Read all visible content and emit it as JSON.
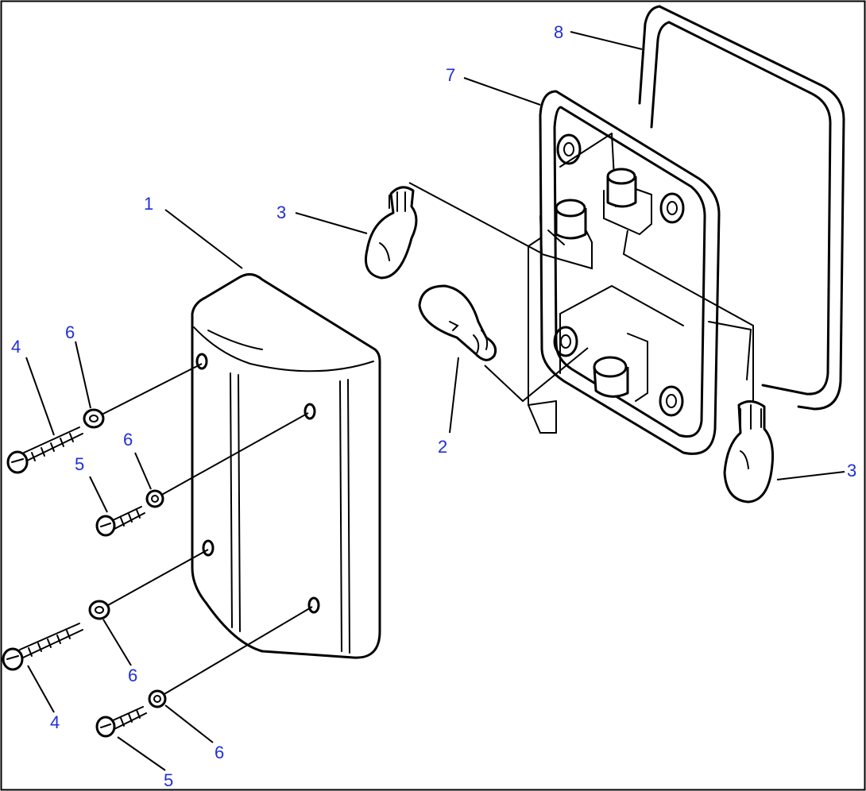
{
  "diagram": {
    "callouts": [
      {
        "id": "c8",
        "label": "8"
      },
      {
        "id": "c7",
        "label": "7"
      },
      {
        "id": "c1",
        "label": "1"
      },
      {
        "id": "c3a",
        "label": "3"
      },
      {
        "id": "c3b",
        "label": "3"
      },
      {
        "id": "c2",
        "label": "2"
      },
      {
        "id": "c4a",
        "label": "4"
      },
      {
        "id": "c6a",
        "label": "6"
      },
      {
        "id": "c6b",
        "label": "6"
      },
      {
        "id": "c5a",
        "label": "5"
      },
      {
        "id": "c6c",
        "label": "6"
      },
      {
        "id": "c4b",
        "label": "4"
      },
      {
        "id": "c6d",
        "label": "6"
      },
      {
        "id": "c5b",
        "label": "5"
      }
    ],
    "colors": {
      "callout_text": "#1f2fd6",
      "line_art": "#000000",
      "background": "#ffffff"
    }
  }
}
